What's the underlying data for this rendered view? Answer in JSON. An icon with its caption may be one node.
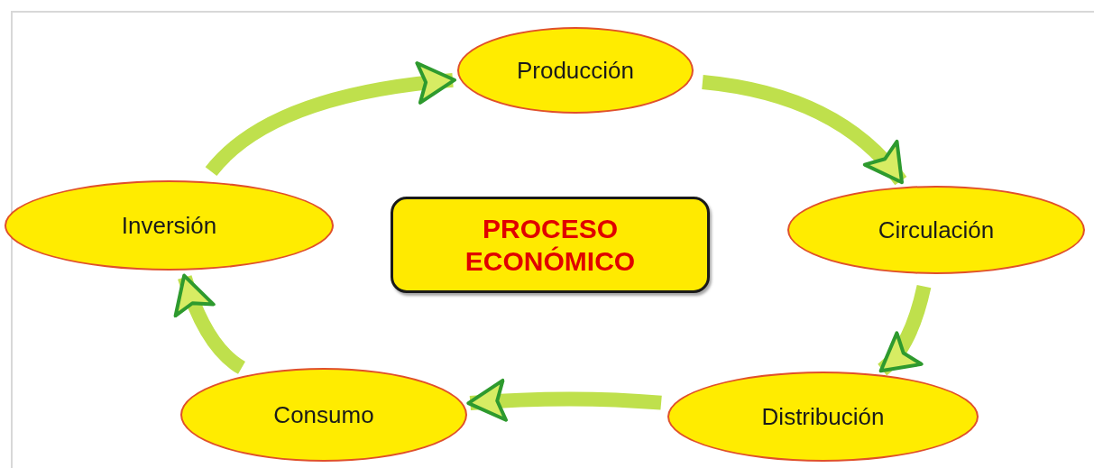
{
  "diagram": {
    "nodes": [
      {
        "text": [
          "Producción"
        ]
      },
      {
        "text": [
          "Circulación"
        ]
      },
      {
        "text": [
          "Distribución"
        ]
      },
      {
        "text": [
          "Consumo"
        ]
      },
      {
        "text": [
          "Inversión"
        ]
      },
      {
        "text": [
          "PROCESO ECONÓMICO"
        ]
      }
    ],
    "edges": [
      {
        "from": 0,
        "to": 1,
        "arrow": "to"
      },
      {
        "from": 1,
        "to": 2,
        "arrow": "to"
      },
      {
        "from": 2,
        "to": 3,
        "arrow": "to"
      },
      {
        "from": 3,
        "to": 4,
        "arrow": "to"
      },
      {
        "from": 4,
        "to": 0,
        "arrow": "to"
      }
    ]
  }
}
